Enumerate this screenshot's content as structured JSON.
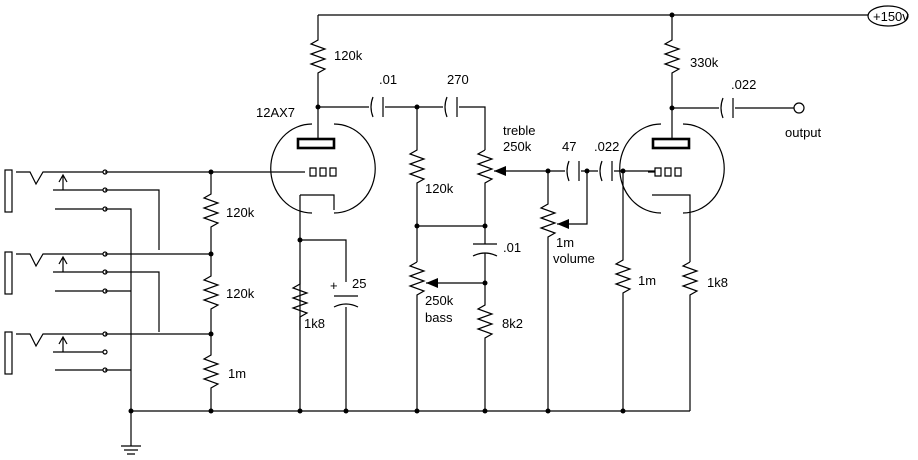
{
  "colors": {
    "ink": "#000000",
    "paper": "#ffffff"
  },
  "supply": {
    "label": "+150v"
  },
  "tubes": [
    {
      "label": "12AX7"
    }
  ],
  "input_stage": {
    "resistor_1": "120k",
    "resistor_2": "120k",
    "resistor_3": "1m"
  },
  "first_stage": {
    "plate_resistor": "120k",
    "cathode_resistor": "1k8",
    "cathode_cap": "25",
    "cap_polarity": "+"
  },
  "tone_stack": {
    "coupling_cap": ".01",
    "treble_cap": "270",
    "treble_pot_name": "treble",
    "treble_pot_value": "250k",
    "mid_resistor": "120k",
    "bass_cap": ".01",
    "bass_pot_value": "250k",
    "bass_pot_name": "bass",
    "mid_pot_resistor": "8k2"
  },
  "volume_stage": {
    "cap_47": "47",
    "cap_022": ".022",
    "volume_pot_value": "1m",
    "volume_pot_name": "volume",
    "grid_resistor": "1m"
  },
  "output_stage": {
    "plate_resistor": "330k",
    "output_cap": ".022",
    "output_label": "output",
    "cathode_resistor": "1k8"
  },
  "icons": [
    "input-jack-icon",
    "ground-icon",
    "resistor-icon",
    "capacitor-icon",
    "potentiometer-icon",
    "triode-icon"
  ]
}
